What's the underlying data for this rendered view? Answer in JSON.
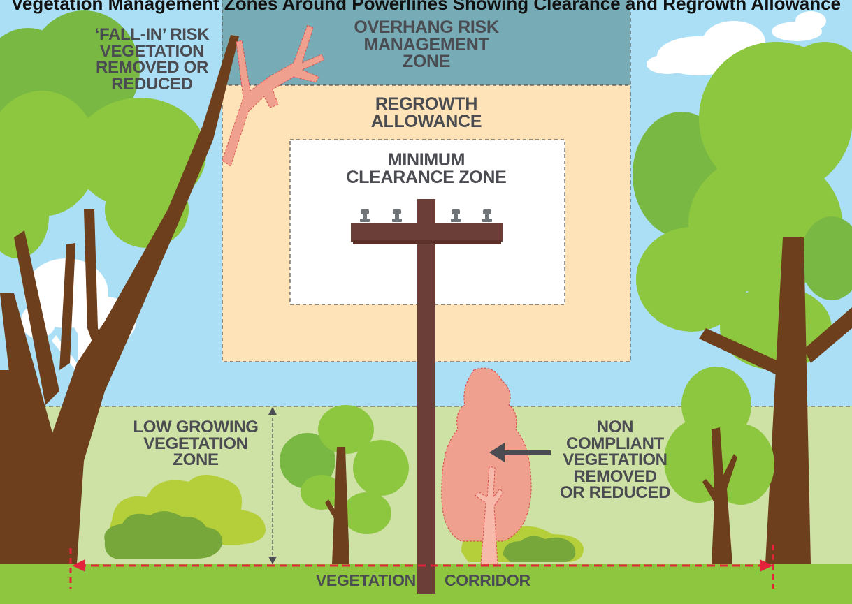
{
  "diagram": {
    "title": "Vegetation Management Zones Around Powerlines Showing Clearance and Regrowth Allowance",
    "labels": {
      "fall_in": [
        "‘FALL-IN’ RISK",
        "VEGETATION",
        "REMOVED OR",
        "REDUCED"
      ],
      "overhang": [
        "OVERHANG RISK",
        "MANAGEMENT",
        "ZONE"
      ],
      "regrowth": [
        "REGROWTH",
        "ALLOWANCE"
      ],
      "minimum_clearance": [
        "MINIMUM",
        "CLEARANCE ZONE"
      ],
      "low_growing": [
        "LOW GROWING",
        "VEGETATION",
        "ZONE"
      ],
      "non_compliant": [
        "NON",
        "COMPLIANT",
        "VEGETATION",
        "REMOVED",
        "OR REDUCED"
      ],
      "corridor_left": "VEGETATION",
      "corridor_right": "CORRIDOR"
    },
    "colors": {
      "sky": "#abdff6",
      "ground": "#8ec63f",
      "low_zone": "#cfe2a6",
      "overhang_zone": "#77abb5",
      "regrowth_zone": "#fde3b7",
      "clearance_zone": "#ffffff",
      "pole": "#6b3f37",
      "trunk": "#6d3f1c",
      "removed_vegetation": "#f0a08f",
      "dashed_corridor": "#e4223c",
      "label_text": "#4a4c52"
    }
  }
}
